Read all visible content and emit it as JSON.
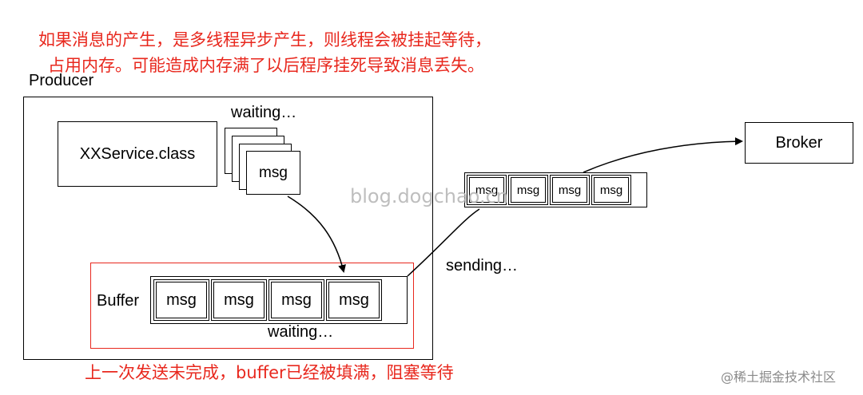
{
  "notes": {
    "top_line1": "如果消息的产生，是多线程异步产生，则线程会被挂起等待，",
    "top_line2": "占用内存。可能造成内存满了以后程序挂死导致消息丢失。",
    "bottom": "上一次发送未完成，buffer已经被填满，阻塞等待",
    "color": "#e8281e"
  },
  "producer": {
    "label": "Producer",
    "service": "XXService.class",
    "waiting_top": "waiting…",
    "stack_msg": "msg"
  },
  "buffer": {
    "label": "Buffer",
    "cells": [
      "msg",
      "msg",
      "msg",
      "msg"
    ],
    "waiting": "waiting…"
  },
  "sending": {
    "label": "sending…",
    "cells": [
      "msg",
      "msg",
      "msg",
      "msg"
    ]
  },
  "broker": {
    "label": "Broker"
  },
  "watermark": "blog.dogchao.cn",
  "credit": "@稀土掘金技术社区"
}
